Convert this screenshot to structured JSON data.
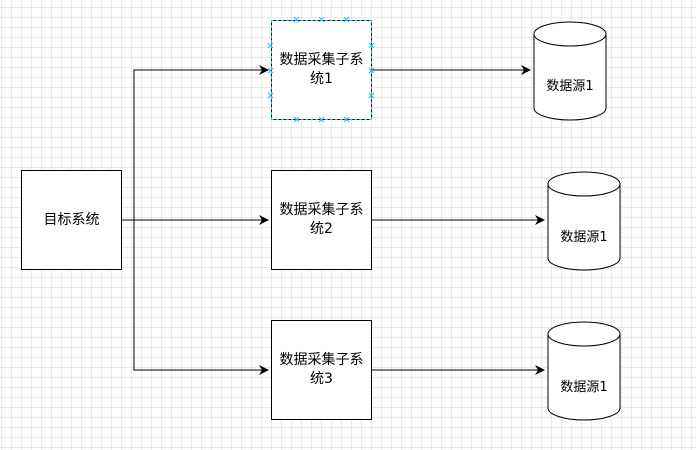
{
  "diagram": {
    "target": {
      "label": "目标系统"
    },
    "collectors": [
      {
        "label": "数据采集子系统1",
        "selected": true
      },
      {
        "label": "数据采集子系统2",
        "selected": false
      },
      {
        "label": "数据采集子系统3",
        "selected": false
      }
    ],
    "sources": [
      {
        "label": "数据源1"
      },
      {
        "label": "数据源1"
      },
      {
        "label": "数据源1"
      }
    ],
    "colors": {
      "line": "#000000",
      "selection": "#29b6f2",
      "grid": "#eaeaea"
    }
  }
}
